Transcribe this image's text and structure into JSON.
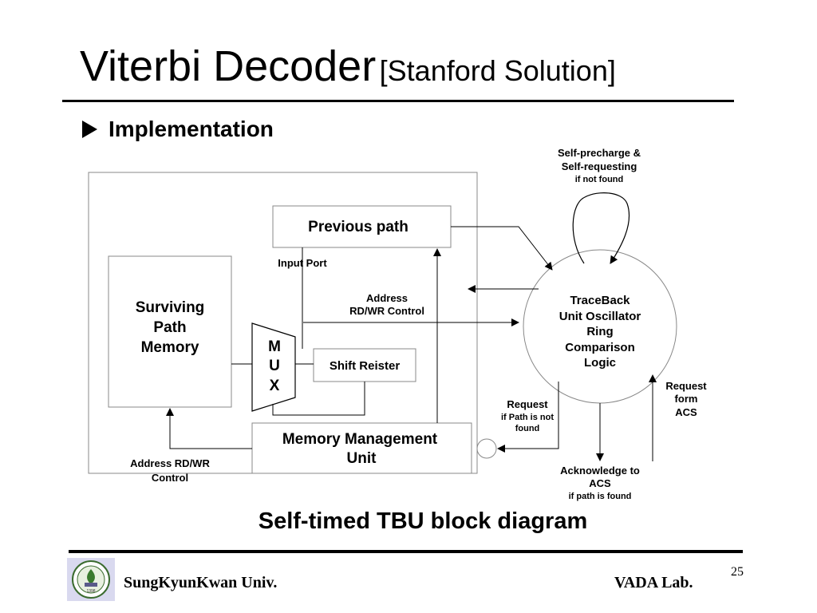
{
  "title": {
    "main": "Viterbi Decoder",
    "sub": "[Stanford Solution]"
  },
  "bullet": "Implementation",
  "diagram": {
    "previous_path": "Previous path",
    "input_port": "Input Port",
    "surviving": [
      "Surviving",
      "Path",
      "Memory"
    ],
    "mux": [
      "M",
      "U",
      "X"
    ],
    "shift_register": "Shift Reister",
    "mmu": [
      "Memory Management",
      "Unit"
    ],
    "address_top": [
      "Address",
      "RD/WR Control"
    ],
    "address_bottom": [
      "Address RD/WR",
      "Control"
    ],
    "traceback": [
      "TraceBack",
      "Unit Oscillator",
      "Ring",
      "Comparison",
      "Logic"
    ],
    "self_precharge": [
      "Self-precharge &",
      "Self-requesting",
      "if not found"
    ],
    "request_left": [
      "Request",
      "if Path is not",
      "found"
    ],
    "request_right": [
      "Request",
      "form",
      "ACS"
    ],
    "acknowledge": [
      "Acknowledge to",
      "ACS",
      "if path is found"
    ]
  },
  "caption": "Self-timed TBU block diagram",
  "footer": {
    "left": "SungKyunKwan Univ.",
    "right": "VADA Lab.",
    "page": "25"
  },
  "logo": {
    "year": "1398",
    "icon": "university-seal-icon"
  }
}
